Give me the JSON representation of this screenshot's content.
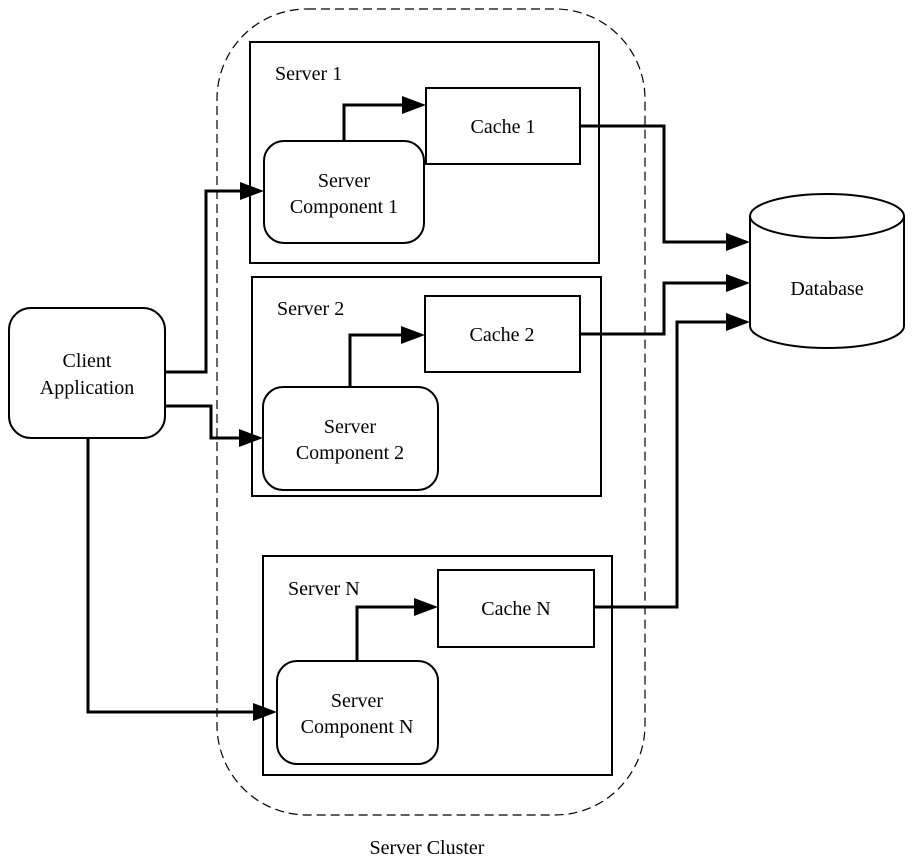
{
  "cluster": {
    "label": "Server Cluster"
  },
  "client": {
    "line1": "Client",
    "line2": "Application"
  },
  "servers": [
    {
      "title": "Server 1",
      "component_line1": "Server",
      "component_line2": "Component 1",
      "cache": "Cache 1"
    },
    {
      "title": "Server 2",
      "component_line1": "Server",
      "component_line2": "Component 2",
      "cache": "Cache 2"
    },
    {
      "title": "Server N",
      "component_line1": "Server",
      "component_line2": "Component N",
      "cache": "Cache N"
    }
  ],
  "database": {
    "label": "Database"
  }
}
